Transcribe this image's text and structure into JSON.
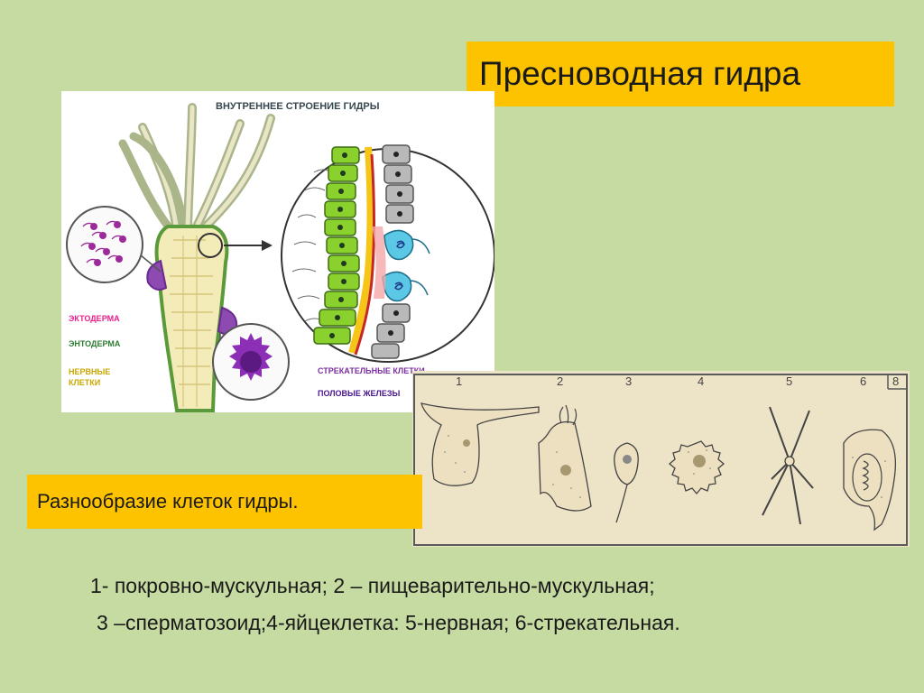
{
  "slide": {
    "title": "Пресноводная гидра",
    "caption": "Разнообразие клеток гидры.",
    "legend_line_1": "1- покровно-мускульная; 2 – пищеварительно-мускульная;",
    "legend_line_2": "3 –сперматозоид;4-яйцеклетка: 5-нервная; 6-стрекательная."
  },
  "hydra_figure": {
    "heading": "ВНУТРЕННЕЕ СТРОЕНИЕ ГИДРЫ",
    "labels": {
      "ectoderm": "ЭКТОДЕРМА",
      "endoderm": "ЭНТОДЕРМА",
      "nerve_1": "НЕРВНЫЕ",
      "nerve_2": "КЛЕТКИ",
      "stinging": "СТРЕКАТЕЛЬНЫЕ КЛЕТКИ",
      "sex_glands": "ПОЛОВЫЕ ЖЕЛЕЗЫ"
    },
    "colors": {
      "ectoderm_label": "#e91e8c",
      "endoderm_label": "#2e7d32",
      "nerve_label": "#c9a800",
      "stinging_label": "#7b2fa0",
      "sex_glands_label": "#4a148c",
      "endoderm_cells": "#8bd12e",
      "ectoderm_cells": "#b9b9b9",
      "stinging_cells": "#5bc8e6",
      "egg": "#8d2eb7",
      "sperm": "#9c2a9a"
    }
  },
  "cells_figure": {
    "numbers": [
      "1",
      "2",
      "3",
      "4",
      "5",
      "6",
      "8"
    ],
    "colors": {
      "paper": "#ede3c6",
      "ink": "#444444"
    }
  }
}
